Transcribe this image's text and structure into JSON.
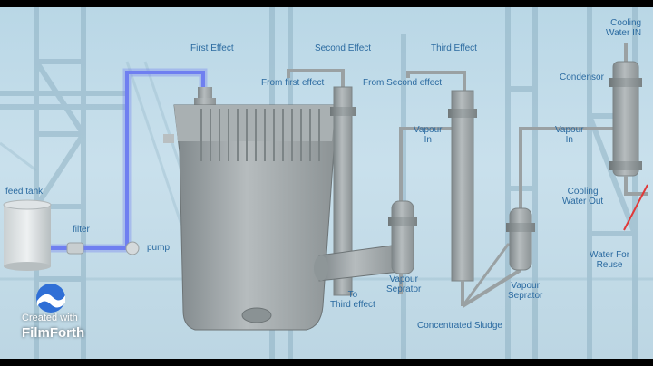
{
  "labels": {
    "feed_tank": "feed tank",
    "filter": "filter",
    "pump": "pump",
    "first_effect": "First Effect",
    "second_effect": "Second Effect",
    "third_effect": "Third Effect",
    "from_first_effect": "From first effect",
    "from_second_effect": "From Second effect",
    "vapour_in_1": "Vapour\nIn",
    "vapour_in_2": "Vapour\nIn",
    "condensor": "Condensor",
    "cooling_water_in": "Cooling\nWater IN",
    "cooling_water_out": "Cooling\nWater Out",
    "water_for_reuse": "Water For\nReuse",
    "vapour_separator_1": "Vapour\nSeprator",
    "vapour_separator_2": "Vapour\nSeprator",
    "to_third_effect": "To\nThird effect",
    "concentrated_sludge": "Concentrated Sludge"
  },
  "watermark": {
    "line1": "Created with",
    "line2": "FilmForth"
  },
  "colors": {
    "label": "#2a6aa0",
    "equipment": "#9aa1a3",
    "feed_pipe": "#6f7ff0",
    "reuse_line": "#e03a3a"
  }
}
